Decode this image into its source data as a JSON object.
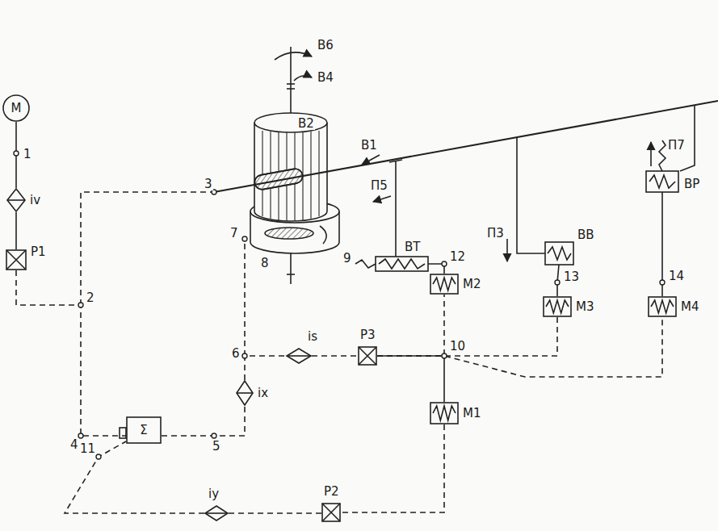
{
  "diagram": {
    "nodes": [
      {
        "text": [
          "М"
        ]
      },
      {
        "text": [
          "iv"
        ]
      },
      {
        "text": [
          "Р1"
        ]
      },
      {
        "text": [
          "Σ"
        ]
      },
      {
        "text": [
          "ix"
        ]
      },
      {
        "text": [
          "is"
        ]
      },
      {
        "text": [
          "Р3"
        ]
      },
      {
        "text": [
          "М1"
        ]
      },
      {
        "text": [
          "М2"
        ]
      },
      {
        "text": [
          "М3"
        ]
      },
      {
        "text": [
          "М4"
        ]
      },
      {
        "text": [
          "iy"
        ]
      },
      {
        "text": [
          "Р2"
        ]
      }
    ],
    "edges": [
      {
        "from": 0,
        "to": 1,
        "arrow": "none"
      },
      {
        "from": 1,
        "to": 2,
        "arrow": "none"
      },
      {
        "from": 2,
        "to": 3,
        "arrow": "none"
      },
      {
        "from": 3,
        "to": 4,
        "arrow": "none"
      },
      {
        "from": 4,
        "to": 5,
        "arrow": "none"
      },
      {
        "from": 5,
        "to": 6,
        "arrow": "none"
      },
      {
        "from": 6,
        "to": 8,
        "arrow": "none"
      },
      {
        "from": 6,
        "to": 9,
        "arrow": "none"
      },
      {
        "from": 6,
        "to": 10,
        "arrow": "none"
      },
      {
        "from": 6,
        "to": 7,
        "arrow": "none"
      },
      {
        "from": 7,
        "to": 12,
        "arrow": "none"
      },
      {
        "from": 12,
        "to": 11,
        "arrow": "none"
      },
      {
        "from": 11,
        "to": 3,
        "arrow": "none"
      }
    ],
    "labels": [
      "В6",
      "В4",
      "В2",
      "В1",
      "1",
      "3",
      "2",
      "7",
      "8",
      "9",
      "П5",
      "ВТ",
      "12",
      "ВВ",
      "П3",
      "13",
      "ВР",
      "П7",
      "14",
      "6",
      "10",
      "4",
      "11",
      "5"
    ]
  }
}
